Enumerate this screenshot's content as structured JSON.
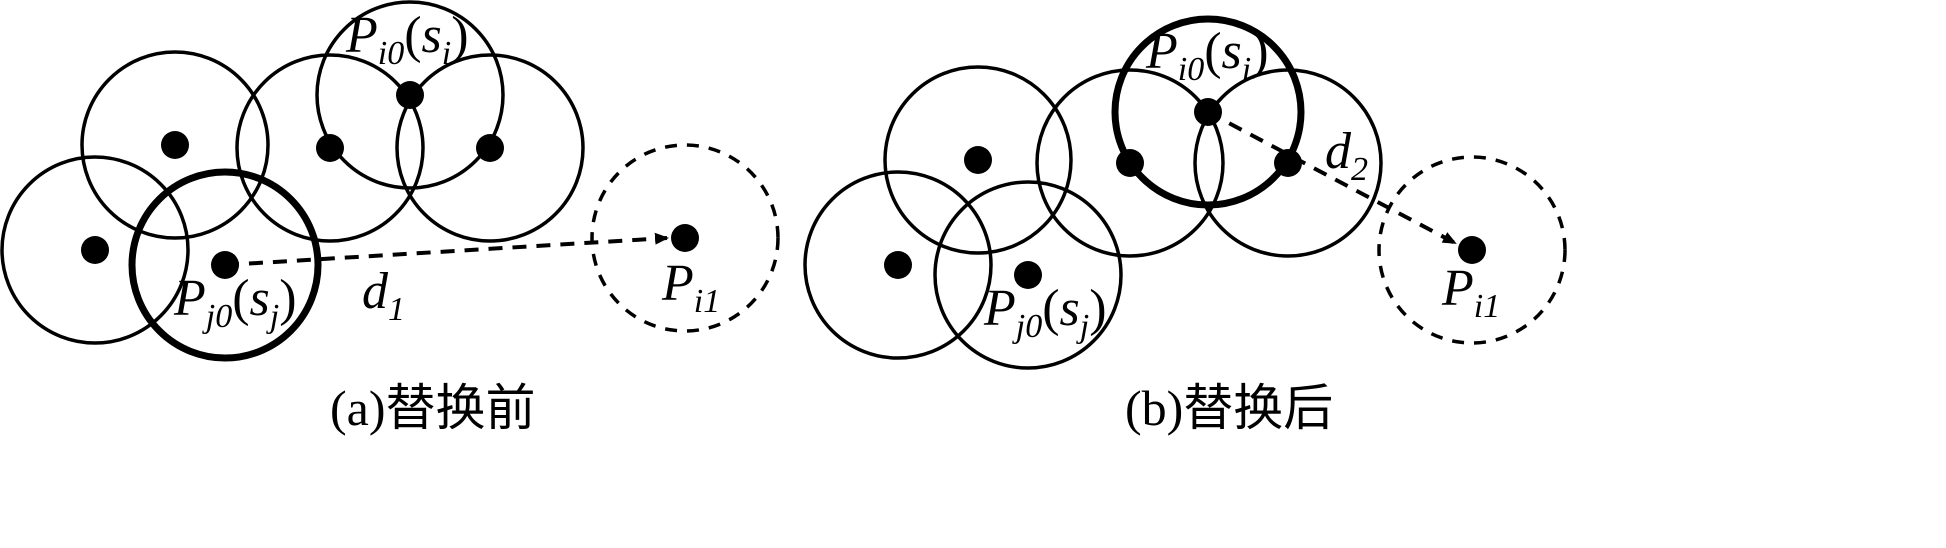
{
  "panel_a": {
    "label_pi0_main": "P",
    "label_pi0_sub": "i0",
    "label_pi0_paren_open": "(",
    "label_pi0_s": "s",
    "label_pi0_s_sub": "i",
    "label_pi0_paren_close": ")",
    "label_pj0_main": "P",
    "label_pj0_sub": "j0",
    "label_pj0_paren_open": "(",
    "label_pj0_s": "s",
    "label_pj0_s_sub": "j",
    "label_pj0_paren_close": ")",
    "label_pi1_main": "P",
    "label_pi1_sub": "i1",
    "label_d_main": "d",
    "label_d_sub": "1",
    "caption": "(a)替换前"
  },
  "panel_b": {
    "label_pi0_main": "P",
    "label_pi0_sub": "i0",
    "label_pi0_paren_open": "(",
    "label_pi0_s": "s",
    "label_pi0_s_sub": "i",
    "label_pi0_paren_close": ")",
    "label_pj0_main": "P",
    "label_pj0_sub": "j0",
    "label_pj0_paren_open": "(",
    "label_pj0_s": "s",
    "label_pj0_s_sub": "j",
    "label_pj0_paren_close": ")",
    "label_pi1_main": "P",
    "label_pi1_sub": "i1",
    "label_d_main": "d",
    "label_d_sub": "2",
    "caption": "(b)替换后"
  }
}
